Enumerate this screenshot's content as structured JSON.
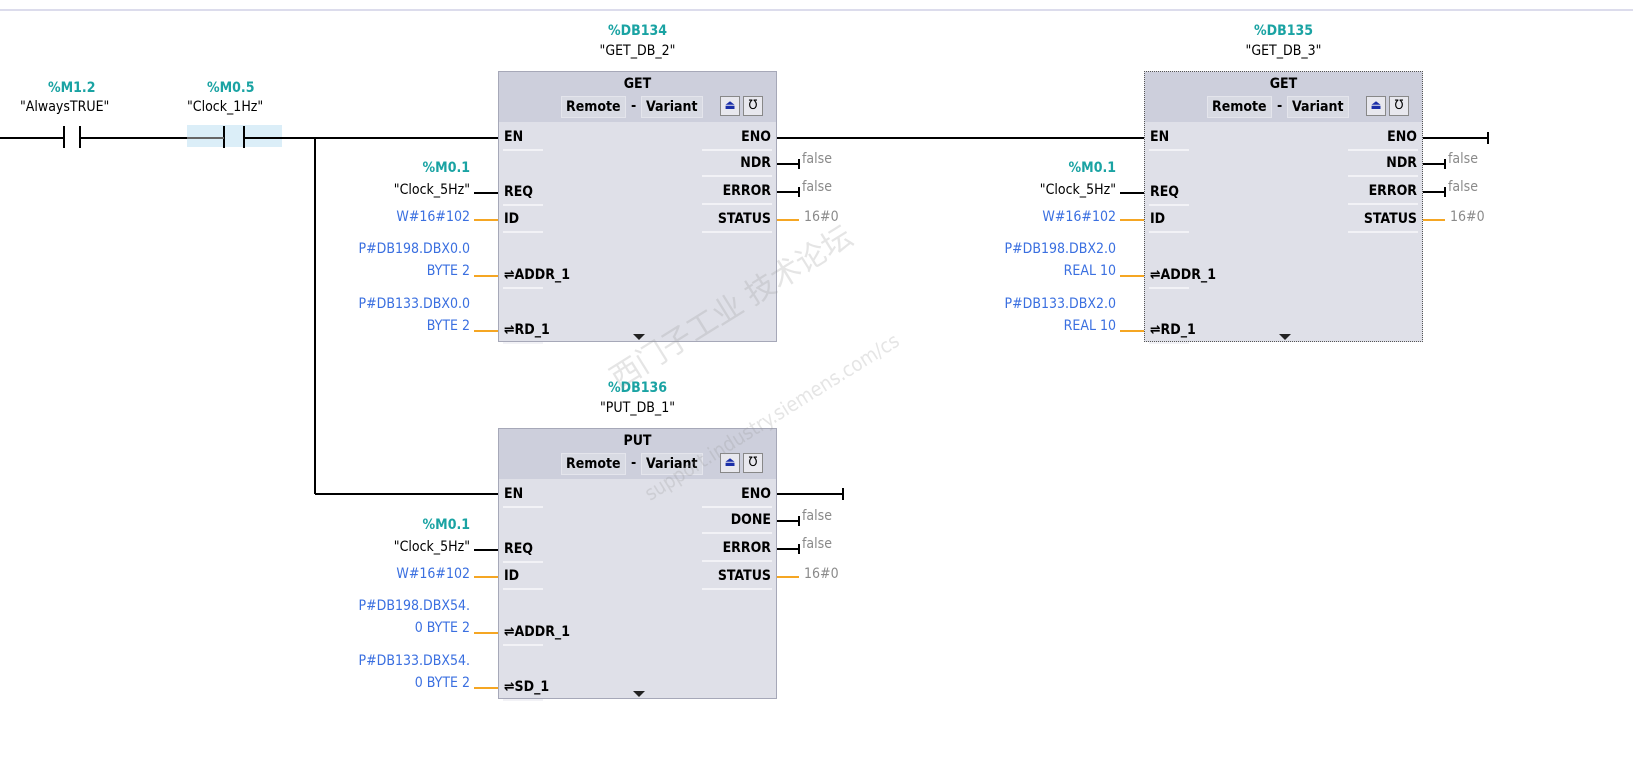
{
  "rung": {
    "contacts": [
      {
        "address": "%M1.2",
        "symbol": "\"AlwaysTRUE\""
      },
      {
        "address": "%M0.5",
        "symbol": "\"Clock_1Hz\""
      }
    ]
  },
  "blocks": [
    {
      "instance_db": "%DB134",
      "instance_name": "\"GET_DB_2\"",
      "type": "GET",
      "options": [
        "Remote",
        "-",
        "Variant"
      ],
      "inputs": [
        {
          "pin": "EN"
        },
        {
          "pin": "REQ",
          "address": "%M0.1",
          "value": "\"Clock_5Hz\"",
          "kind": "bool"
        },
        {
          "pin": "ID",
          "value": "W#16#102",
          "kind": "word"
        },
        {
          "pin": "⇌ADDR_1",
          "value_lines": [
            "P#DB198.DBX0.0",
            "BYTE 2"
          ],
          "kind": "any"
        },
        {
          "pin": "⇌RD_1",
          "value_lines": [
            "P#DB133.DBX0.0",
            "BYTE 2"
          ],
          "kind": "any"
        }
      ],
      "outputs": [
        {
          "pin": "ENO"
        },
        {
          "pin": "NDR",
          "value": "false"
        },
        {
          "pin": "ERROR",
          "value": "false"
        },
        {
          "pin": "STATUS",
          "value": "16#0"
        }
      ]
    },
    {
      "instance_db": "%DB135",
      "instance_name": "\"GET_DB_3\"",
      "type": "GET",
      "options": [
        "Remote",
        "-",
        "Variant"
      ],
      "inputs": [
        {
          "pin": "EN"
        },
        {
          "pin": "REQ",
          "address": "%M0.1",
          "value": "\"Clock_5Hz\"",
          "kind": "bool"
        },
        {
          "pin": "ID",
          "value": "W#16#102",
          "kind": "word"
        },
        {
          "pin": "⇌ADDR_1",
          "value_lines": [
            "P#DB198.DBX2.0",
            "REAL 10"
          ],
          "kind": "any"
        },
        {
          "pin": "⇌RD_1",
          "value_lines": [
            "P#DB133.DBX2.0",
            "REAL 10"
          ],
          "kind": "any"
        }
      ],
      "outputs": [
        {
          "pin": "ENO"
        },
        {
          "pin": "NDR",
          "value": "false"
        },
        {
          "pin": "ERROR",
          "value": "false"
        },
        {
          "pin": "STATUS",
          "value": "16#0"
        }
      ]
    },
    {
      "instance_db": "%DB136",
      "instance_name": "\"PUT_DB_1\"",
      "type": "PUT",
      "options": [
        "Remote",
        "-",
        "Variant"
      ],
      "inputs": [
        {
          "pin": "EN"
        },
        {
          "pin": "REQ",
          "address": "%M0.1",
          "value": "\"Clock_5Hz\"",
          "kind": "bool"
        },
        {
          "pin": "ID",
          "value": "W#16#102",
          "kind": "word"
        },
        {
          "pin": "⇌ADDR_1",
          "value_lines": [
            "P#DB198.DBX54.",
            "0 BYTE 2"
          ],
          "kind": "any"
        },
        {
          "pin": "⇌SD_1",
          "value_lines": [
            "P#DB133.DBX54.",
            "0 BYTE 2"
          ],
          "kind": "any"
        }
      ],
      "outputs": [
        {
          "pin": "ENO"
        },
        {
          "pin": "DONE",
          "value": "false"
        },
        {
          "pin": "ERROR",
          "value": "false"
        },
        {
          "pin": "STATUS",
          "value": "16#0"
        }
      ]
    }
  ],
  "watermark": {
    "line1": "西门子工业 技术论坛",
    "line2": "support.industry.siemens.com/cs"
  },
  "colors": {
    "address": "#1aa3a3",
    "constant": "#3a6fe0",
    "wire_bool": "#000000",
    "wire_data": "#f5a623",
    "output_value": "#8a8a8a"
  }
}
